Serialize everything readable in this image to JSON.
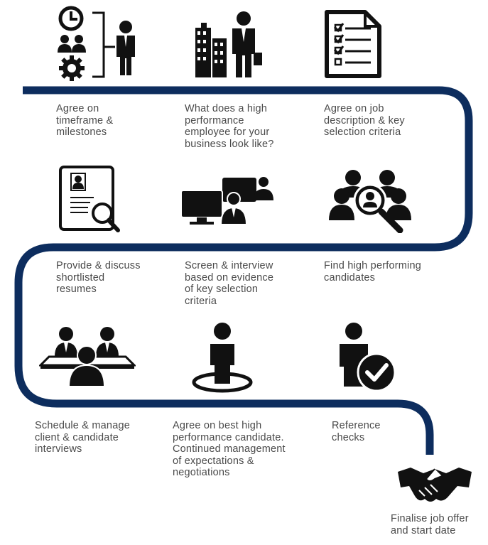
{
  "colors": {
    "path": "#0d2d5e",
    "icon": "#111111",
    "text": "#4a4a4a"
  },
  "steps": [
    {
      "icon": "timeframe-milestones-icon",
      "lines": [
        "Agree on",
        "timeframe &",
        "milestones"
      ]
    },
    {
      "icon": "high-performance-employee-icon",
      "lines": [
        "What does a high",
        "performance",
        "employee for your",
        "business look like?"
      ]
    },
    {
      "icon": "job-description-checklist-icon",
      "lines": [
        "Agree on job",
        "description & key",
        "selection criteria"
      ]
    },
    {
      "icon": "resume-search-icon",
      "lines": [
        "Provide & discuss",
        "shortlisted",
        "resumes"
      ]
    },
    {
      "icon": "video-interview-icon",
      "lines": [
        "Screen & interview",
        "based on evidence",
        "of key selection",
        "criteria"
      ]
    },
    {
      "icon": "candidate-search-icon",
      "lines": [
        "Find high performing",
        "candidates"
      ]
    },
    {
      "icon": "meeting-table-icon",
      "lines": [
        "Schedule & manage",
        "client & candidate",
        "interviews"
      ]
    },
    {
      "icon": "selected-candidate-icon",
      "lines": [
        "Agree on best high",
        "performance candidate.",
        "Continued management",
        "of expectations &",
        "negotiations"
      ]
    },
    {
      "icon": "reference-check-icon",
      "lines": [
        "Reference",
        "checks"
      ]
    },
    {
      "icon": "handshake-icon",
      "lines": [
        "Finalise job offer",
        "and start date"
      ]
    }
  ]
}
